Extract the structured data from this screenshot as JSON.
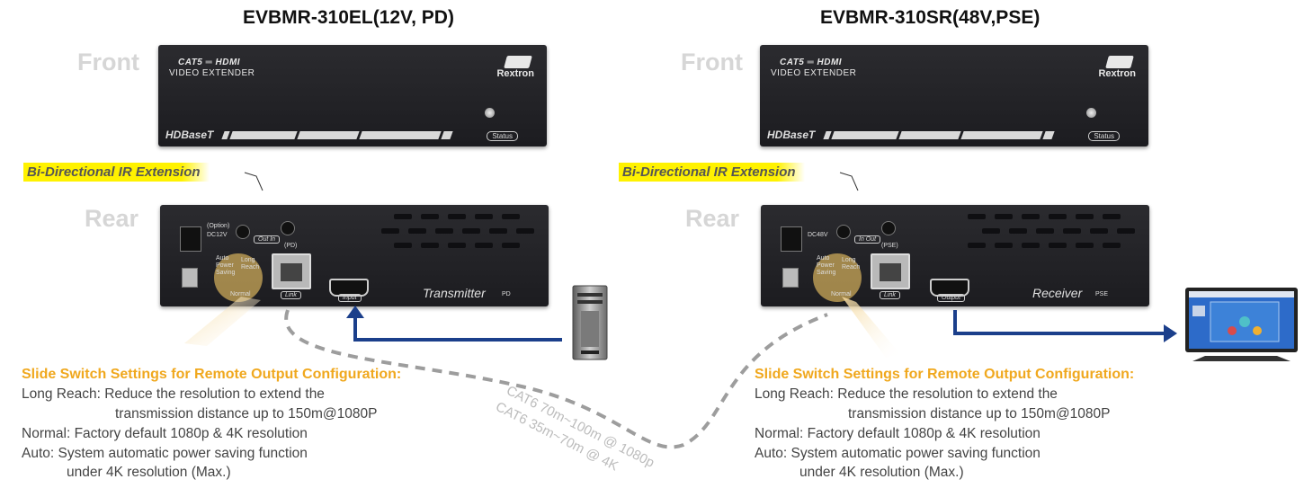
{
  "left": {
    "title": "EVBMR-310EL(12V, PD)",
    "front_label": "Front",
    "rear_label": "Rear",
    "front": {
      "cat_line": "CAT5 ═ HDMI",
      "sub_line": "VIDEO EXTENDER",
      "brand": "Rextron",
      "hdbaset": "HDBaseT",
      "status": "Status"
    },
    "ir_label": "Bi-Directional IR Extension",
    "rear": {
      "option": "(Option)",
      "dc": "DC12V",
      "pd": "(PD)",
      "ir_in": "Out In",
      "switch_auto": "Auto Power Saving",
      "switch_long": "Long Reach",
      "switch_normal": "Normal",
      "link": "Link",
      "hdmi": "Input",
      "name": "Transmitter",
      "name_suffix": "PD"
    },
    "settings": {
      "heading": "Slide Switch Settings for Remote Output Configuration:",
      "line1": "Long Reach: Reduce the resolution to extend the",
      "line2": "transmission distance up to 150m@1080P",
      "line3": "Normal: Factory default 1080p & 4K resolution",
      "line4": "Auto: System automatic power saving function",
      "line5": "under 4K resolution (Max.)"
    }
  },
  "right": {
    "title": "EVBMR-310SR(48V,PSE)",
    "front_label": "Front",
    "rear_label": "Rear",
    "front": {
      "cat_line": "CAT5 ═ HDMI",
      "sub_line": "VIDEO EXTENDER",
      "brand": "Rextron",
      "hdbaset": "HDBaseT",
      "status": "Status"
    },
    "ir_label": "Bi-Directional IR Extension",
    "rear": {
      "dc": "DC48V",
      "pse": "(PSE)",
      "ir_in": "In Out",
      "switch_auto": "Auto Power Saving",
      "switch_long": "Long Reach",
      "switch_normal": "Normal",
      "link": "Link",
      "hdmi": "Output",
      "name": "Receiver",
      "name_suffix": "PSE"
    },
    "settings": {
      "heading": "Slide Switch Settings for Remote Output Configuration:",
      "line1": "Long Reach: Reduce the resolution to extend the",
      "line2": "transmission distance up to 150m@1080P",
      "line3": "Normal: Factory default 1080p & 4K resolution",
      "line4": "Auto: System automatic power saving function",
      "line5": "under 4K resolution (Max.)"
    }
  },
  "cable": {
    "line1": "CAT6 70m~100m @ 1080p",
    "line2": "CAT6 35m~70m @ 4K"
  },
  "colors": {
    "arrow": "#1b3f8b",
    "heading": "#f0a81e",
    "ir_highlight": "#fff200",
    "device": "#222226"
  }
}
